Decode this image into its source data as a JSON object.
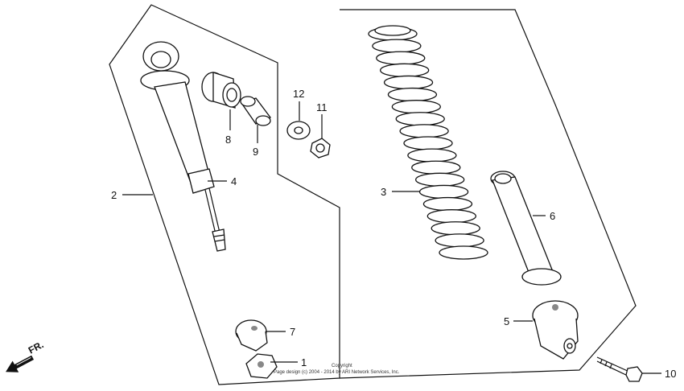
{
  "callouts": [
    {
      "id": "c1",
      "text": "1"
    },
    {
      "id": "c2",
      "text": "2"
    },
    {
      "id": "c3",
      "text": "3"
    },
    {
      "id": "c4",
      "text": "4"
    },
    {
      "id": "c5",
      "text": "5"
    },
    {
      "id": "c6",
      "text": "6"
    },
    {
      "id": "c7",
      "text": "7"
    },
    {
      "id": "c8",
      "text": "8"
    },
    {
      "id": "c9",
      "text": "9"
    },
    {
      "id": "c10",
      "text": "10"
    },
    {
      "id": "c11",
      "text": "11"
    },
    {
      "id": "c12",
      "text": "12"
    }
  ],
  "direction_marker": "FR.",
  "copyright": {
    "line1": "Copyright",
    "line2": "Page design (c) 2004 - 2014 by ARI Network Services, Inc."
  },
  "icons": [
    "front-direction-arrow-icon"
  ]
}
